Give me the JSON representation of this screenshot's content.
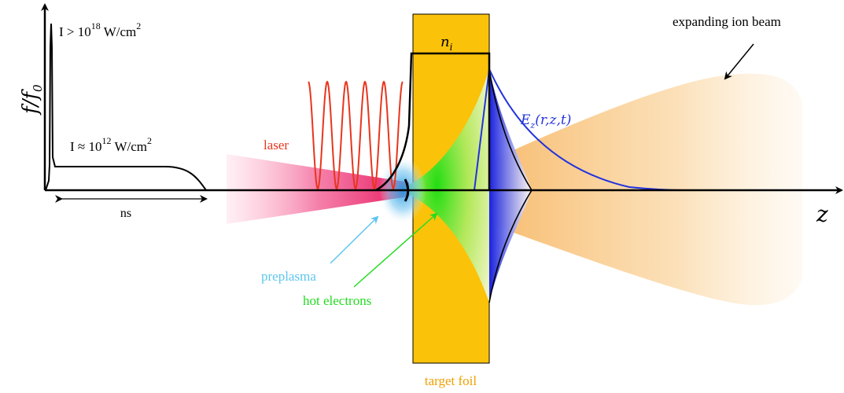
{
  "pulse": {
    "axis_label_f": "f",
    "axis_label_slash": "/",
    "axis_label_f0": "f",
    "axis_label_f0_sub": "0",
    "peak_label": {
      "prefix": "I > 10",
      "exp": "18",
      "unit": " W/cm",
      "unit_exp": "2"
    },
    "pedestal_label": {
      "prefix": "I ≈ 10",
      "exp": "12",
      "unit": " W/cm",
      "unit_exp": "2"
    },
    "duration_label": "ns"
  },
  "labels": {
    "laser": "laser",
    "preplasma": "preplasma",
    "hot_electrons": "hot electrons",
    "target_foil": "target foil",
    "density": "n",
    "density_sub": "i",
    "field": "E",
    "field_sub": "z",
    "field_args": "(r,z,t)",
    "ion_beam": "expanding ion beam",
    "z_axis": "z"
  },
  "colors": {
    "laser": "#e8351d",
    "laser_beam": "#e8175d",
    "preplasma": "#3fb0e6",
    "hot_electrons": "#22dd22",
    "target": "#fbc20a",
    "target_label": "#f0a000",
    "field": "#2233dd",
    "ion_beam": "#f8c27a"
  }
}
